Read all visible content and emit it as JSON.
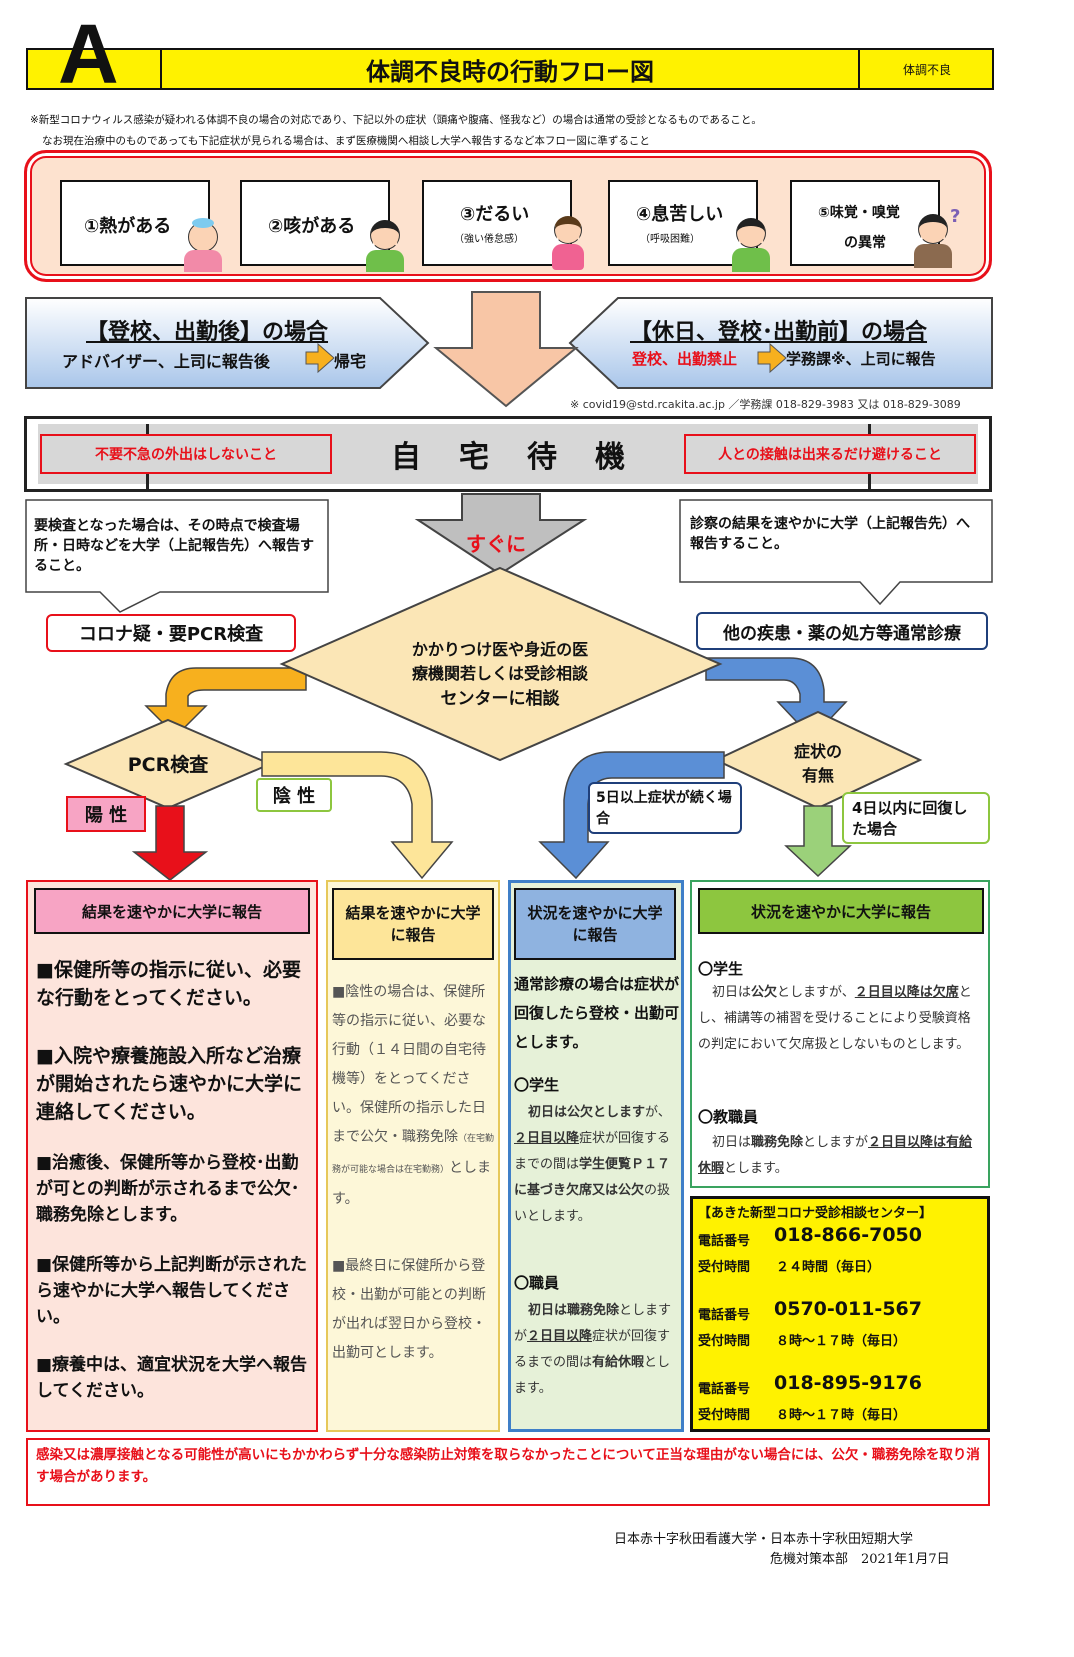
{
  "header": {
    "badge_letter": "A",
    "title": "体調不良時の行動フロー図",
    "tag": "体調不良"
  },
  "notes": {
    "line1": "※新型コロナウィルス感染が疑われる体調不良の場合の対応であり、下記以外の症状（頭痛や腹痛、怪我など）の場合は通常の受診となるものであること。",
    "line2": "なお現在治療中のものであっても下記症状が見られる場合は、まず医療機関へ相談し大学へ報告するなど本フロー図に準ずること"
  },
  "symptoms": [
    {
      "label": "①熱がある",
      "sub": ""
    },
    {
      "label": "②咳がある",
      "sub": ""
    },
    {
      "label": "③だるい",
      "sub": "（強い倦怠感）"
    },
    {
      "label": "④息苦しい",
      "sub": "（呼吸困難）"
    },
    {
      "label": "⑤味覚・嗅覚",
      "sub": "の異常"
    }
  ],
  "after_commute": {
    "title": "【登校、出勤後】の場合",
    "text_a": "アドバイザー、上司に報告後",
    "text_b": "帰宅"
  },
  "before_commute": {
    "title": "【休日、登校･出勤前】の場合",
    "text_a": "登校、出勤禁止",
    "text_b": "学務課※、上司に報告"
  },
  "contact_note": "※ covid19@std.rcakita.ac.jp ／学務課 018-829-3983 又は 018-829-3089",
  "home": {
    "title": "自　宅　待　機",
    "left_box": "不要不急の外出はしないこと",
    "right_box": "人との接触は出来るだけ避けること"
  },
  "callouts": {
    "left": "要検査となった場合は、その時点で検査場所・日時などを大学（上記報告先）へ報告すること。",
    "right": "診察の結果を速やかに大学（上記報告先）へ報告すること。"
  },
  "immediately": "すぐに",
  "consult": {
    "line1": "かかりつけ医や身近の医",
    "line2": "療機関若しくは受診相談",
    "line3": "センターに相談"
  },
  "corona_pcr": "コロナ疑・要PCR検査",
  "other_illness": "他の疾患・薬の処方等通常診療",
  "pcr": "PCR検査",
  "positive": "陽 性",
  "negative": "陰 性",
  "symptom_status": {
    "line1": "症状の",
    "line2": "有無"
  },
  "over5days": "5日以上症状が続く場合",
  "within4days": "4日以内に回復した場合",
  "col1": {
    "header": "結果を速やかに大学に報告",
    "p1": "■保健所等の指示に従い、必要な行動をとってください。",
    "p2": "■入院や療養施設入所など治療が開始されたら速やかに大学に連絡してください。",
    "p3": "■治癒後、保健所等から登校･出勤が可との判断が示されるまで公欠･職務免除とします。",
    "p4": "■保健所等から上記判断が示されたら速やかに大学へ報告してください。",
    "p5": "■療養中は、適宜状況を大学へ報告してください。"
  },
  "col2": {
    "header": "結果を速やかに大学に報告",
    "p1": "■陰性の場合は、保健所等の指示に従い、必要な行動（１４日間の自宅待機等）をとってください。保健所の指示した日まで公欠・職務免除",
    "p1_small": "（在宅勤務が可能な場合は在宅勤務）",
    "p1_end": "とします。",
    "p2": "■最終日に保健所から登校・出勤が可能との判断が出れば翌日から登校・出勤可とします。"
  },
  "col3": {
    "header": "状況を速やかに大学に報告",
    "intro": "通常診療の場合は症状が回復したら登校・出勤可とします。",
    "student_h": "〇学生",
    "student_a": "初日は公欠とします",
    "student_b": "が、",
    "student_c": "２日目以降",
    "student_d": "症状が回復するまでの間は",
    "student_e": "学生便覧Ｐ１７に基づき欠席又は公欠",
    "student_f": "の扱いとします。",
    "staff_h": "〇職員",
    "staff_a": "初日は職務免除",
    "staff_b": "としますが",
    "staff_c": "２日目以降",
    "staff_d": "症状が回復するまでの間は",
    "staff_e": "有給休暇",
    "staff_f": "とします。"
  },
  "col4": {
    "header": "状況を速やかに大学に報告",
    "student_h": "〇学生",
    "student_a": "初日は",
    "student_b": "公欠",
    "student_c": "としますが、",
    "student_d": "２日目以降は欠席",
    "student_e": "とし、補講等の補習を受けることにより受験資格の判定において欠席扱としないものとします。",
    "staff_h": "〇教職員",
    "staff_a": "初日は",
    "staff_b": "職務免除",
    "staff_c": "としますが",
    "staff_d": "２日目以降は有給休暇",
    "staff_e": "とします。"
  },
  "center": {
    "title": "【あきた新型コロナ受診相談センター】",
    "tel_label": "電話番号",
    "hours_label": "受付時間",
    "entries": [
      {
        "tel": "018-866-7050",
        "hours": "２４時間（毎日）"
      },
      {
        "tel": "0570-011-567",
        "hours": "８時～１７時（毎日）"
      },
      {
        "tel": "018-895-9176",
        "hours": "８時～１７時（毎日）"
      }
    ]
  },
  "warning": "感染又は濃厚接触となる可能性が高いにもかかわらず十分な感染防止対策を取らなかったことについて正当な理由がない場合には、公欠・職務免除を取り消す場合があります。",
  "footer": {
    "line1": "日本赤十字秋田看護大学・日本赤十字秋田短期大学",
    "line2": "危機対策本部　2021年1月7日"
  },
  "colors": {
    "yellow": "#fff200",
    "pink": "#f7a4c4",
    "red": "#e8101a",
    "blue": "#8fb3e0",
    "green": "#8dc63f",
    "orange": "#f7b01e"
  }
}
